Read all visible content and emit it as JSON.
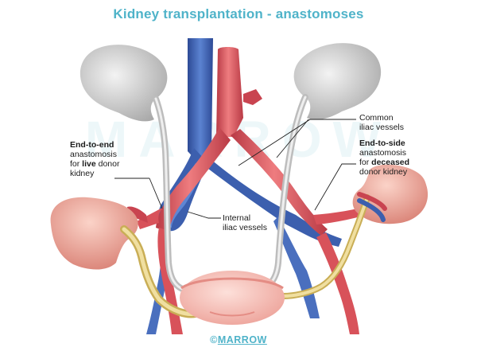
{
  "title": "Kidney transplantation - anastomoses",
  "watermark": "MARROW",
  "labels": {
    "end_to_end": {
      "bold": "End-to-end",
      "line2": "anastomosis",
      "line3_pre": "for ",
      "line3_bold": "live",
      "line3_post": " donor",
      "line4": "kidney"
    },
    "common_iliac": {
      "line1": "Common",
      "line2": "iliac vessels"
    },
    "end_to_side": {
      "bold": "End-to-side",
      "line2": "anastomosis",
      "line3_pre": "for ",
      "line3_bold": "deceased",
      "line4": "donor kidney"
    },
    "internal_iliac": {
      "line1": "Internal",
      "line2": "iliac vessels"
    }
  },
  "footer": {
    "symbol": "©",
    "brand": "MARROW"
  },
  "colors": {
    "accent": "#4fb3c9",
    "artery": "#d8525a",
    "vein": "#3c5fae",
    "kidney_native": "#cfcfcf",
    "kidney_transplant": "#e59a8e",
    "ureter": "#e8d28a",
    "bladder": "#f2b8b0"
  }
}
